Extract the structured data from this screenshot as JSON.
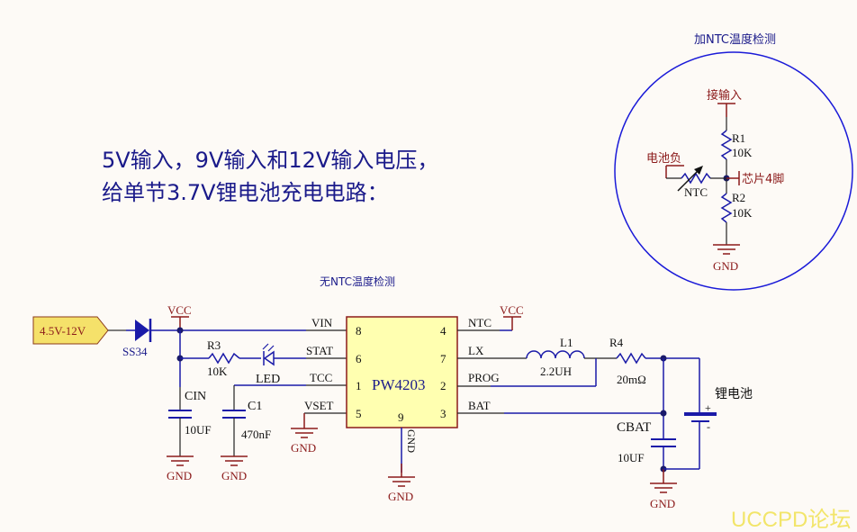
{
  "heading": {
    "line1": "5V输入，9V输入和12V输入电压，",
    "line2": "给单节3.7V锂电池充电电路："
  },
  "main_circuit": {
    "title": "无NTC温度检测",
    "input_port": "4.5V-12V",
    "diode": "SS34",
    "vcc_label": "VCC",
    "gnd_label": "GND",
    "r3": {
      "ref": "R3",
      "value": "10K"
    },
    "led": "LED",
    "cin": {
      "ref": "CIN",
      "value": "10UF"
    },
    "c1": {
      "ref": "C1",
      "value": "470nF"
    },
    "ic": {
      "name": "PW4203",
      "pins": [
        {
          "num": "8",
          "name": "VIN"
        },
        {
          "num": "6",
          "name": "STAT"
        },
        {
          "num": "1",
          "name": "TCC"
        },
        {
          "num": "5",
          "name": "VSET"
        },
        {
          "num": "4",
          "name": "NTC"
        },
        {
          "num": "7",
          "name": "LX"
        },
        {
          "num": "2",
          "name": "PROG"
        },
        {
          "num": "3",
          "name": "BAT"
        },
        {
          "num": "9",
          "name": "GND"
        }
      ]
    },
    "l1": {
      "ref": "L1",
      "value": "2.2UH"
    },
    "r4": {
      "ref": "R4",
      "value": "20mΩ"
    },
    "cbat": {
      "ref": "CBAT",
      "value": "10UF"
    },
    "battery": {
      "label": "锂电池",
      "plus": "+",
      "minus": "-"
    }
  },
  "ntc_circuit": {
    "title": "加NTC温度检测",
    "input": "接输入",
    "battery_neg": "电池负",
    "chip_pin": "芯片4脚",
    "r1": {
      "ref": "R1",
      "value": "10K"
    },
    "r2": {
      "ref": "R2",
      "value": "10K"
    },
    "ntc": "NTC",
    "gnd": "GND"
  },
  "watermark": "UCCPD论坛",
  "colors": {
    "wire": "#1a1aa8",
    "label": "#8b1a1a",
    "ic_fill": "#ffffb0",
    "ic_border": "#8b1a1a",
    "text": "#000000",
    "port_fill": "#f5e16a",
    "watermark": "#f2e56a"
  }
}
